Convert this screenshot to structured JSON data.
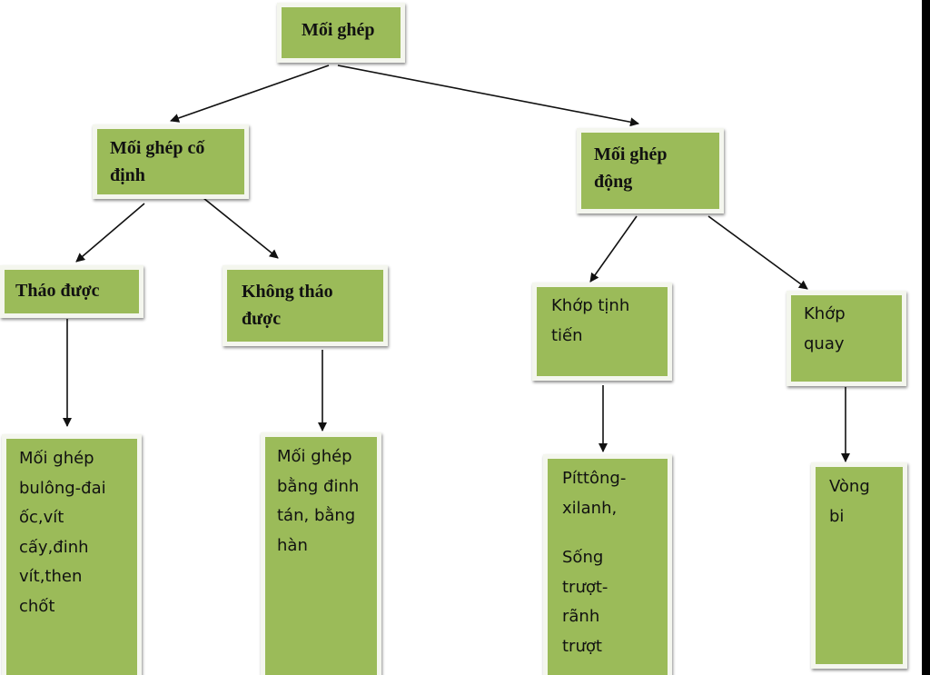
{
  "diagram": {
    "root": {
      "label": "Mối ghép",
      "children": [
        {
          "label_lines": [
            "Mối ghép cố",
            "định"
          ],
          "children": [
            {
              "label_lines": [
                "Tháo được"
              ],
              "examples": {
                "lines": [
                  "Mối ghép",
                  "bulông-đai",
                  "ốc,vít",
                  "cấy,đinh",
                  "vít,then",
                  "chốt"
                ]
              }
            },
            {
              "label_lines": [
                "Không tháo",
                "được"
              ],
              "examples": {
                "lines": [
                  "Mối ghép",
                  "bằng đinh",
                  "tán, bằng",
                  "hàn"
                ]
              }
            }
          ]
        },
        {
          "label_lines": [
            "Mối ghép",
            "động"
          ],
          "children": [
            {
              "label_lines": [
                "Khớp tịnh",
                "tiến"
              ],
              "examples": {
                "lines": [
                  "Píttông-",
                  "xilanh,"
                ],
                "lines_2": [
                  "Sống",
                  "trượt-",
                  "rãnh",
                  "trượt"
                ]
              }
            },
            {
              "label_lines": [
                "Khớp",
                "quay"
              ],
              "examples": {
                "lines": [
                  "Vòng",
                  "bi"
                ]
              }
            }
          ]
        }
      ]
    },
    "colors": {
      "node_fill": "#9bbb59",
      "node_border": "#f4f6ee",
      "arrow": "#111111",
      "right_bar": "#000000"
    }
  }
}
